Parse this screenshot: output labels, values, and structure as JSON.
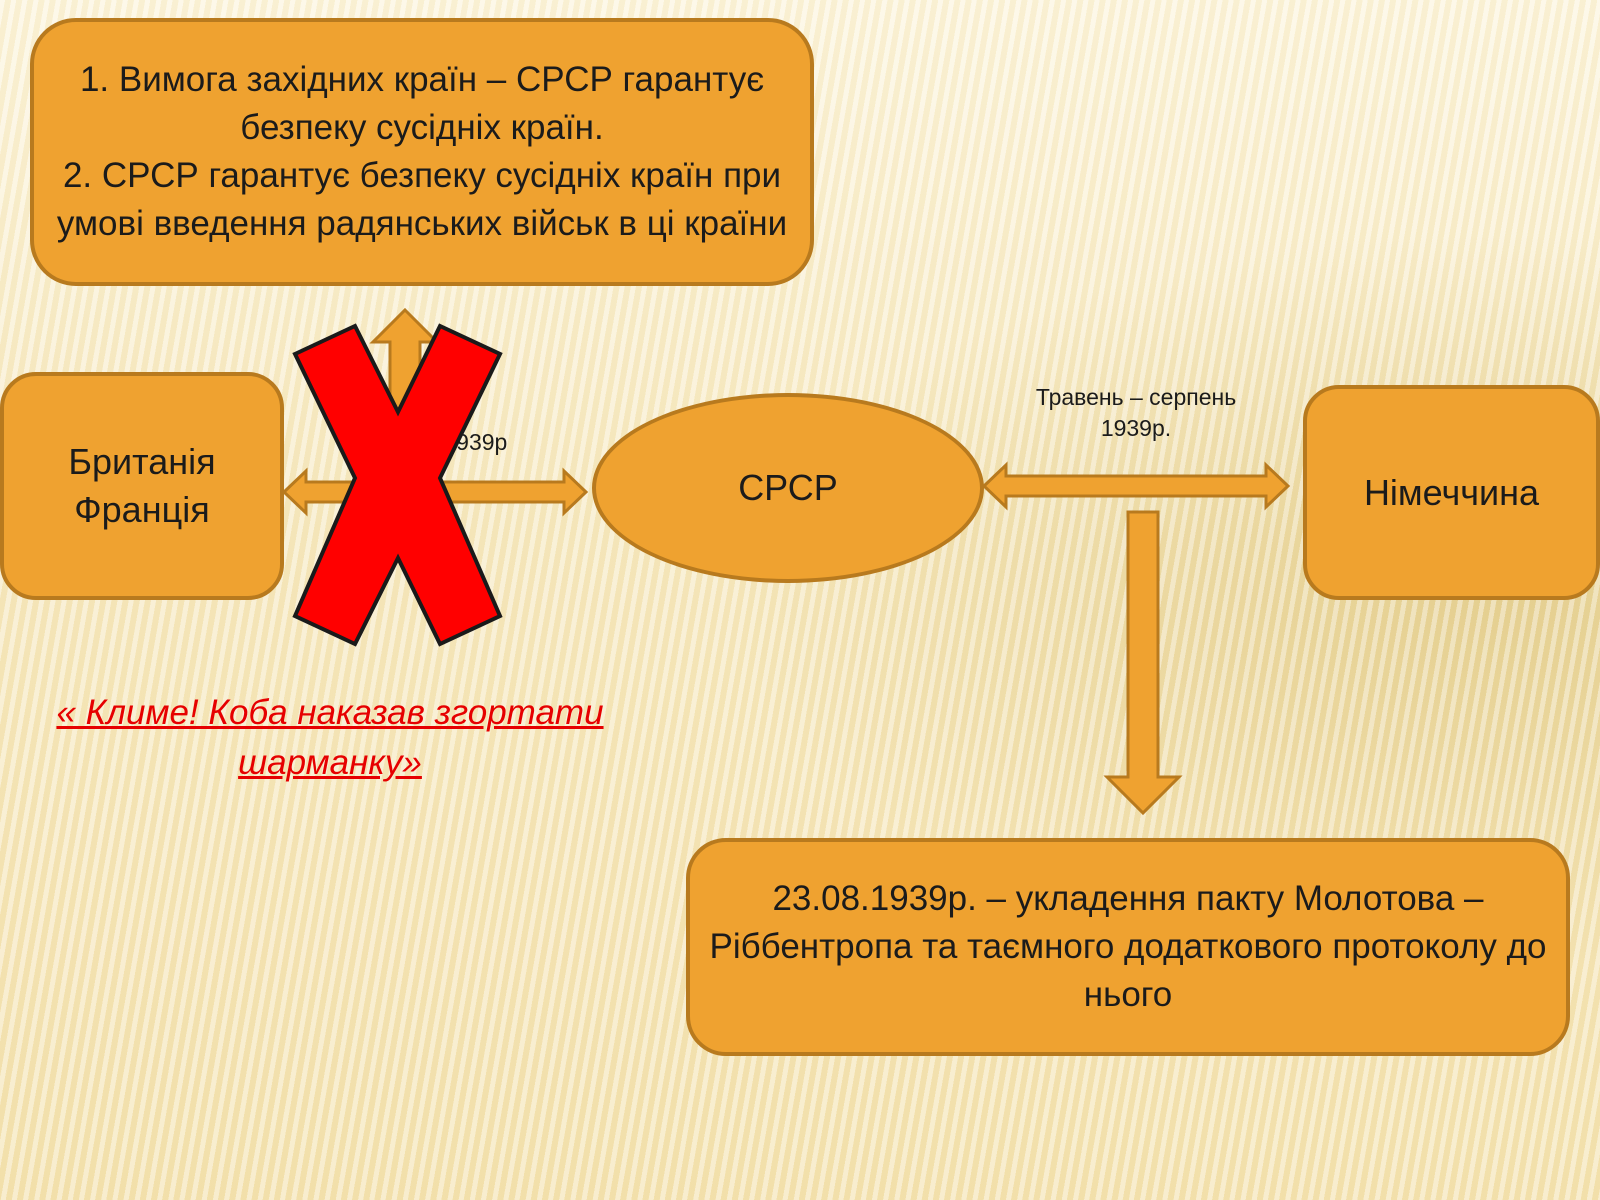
{
  "boxes": {
    "demands": "1. Вимога західних країн – СРСР гарантує безпеку сусідніх країн.\n2. СРСР гарантує безпеку сусідніх країн при умові введення радянських військ в ці країни",
    "britain_france": "Британія\nФранція",
    "ussr": "СРСР",
    "germany": "Німеччина",
    "pact": "23.08.1939р. – укладення пакту Молотова – Ріббентропа та таємного додаткового протоколу до нього"
  },
  "labels": {
    "west_talks_date": "08.        08. 1939р",
    "germany_talks_date": "Травень – серпень\n1939р."
  },
  "quote": "« Климе! Коба наказав згортати\nшарманку»",
  "colors": {
    "box_fill": "#efa230",
    "box_border": "#b87a1e",
    "cross": "#ff0000",
    "quote": "#e60000"
  }
}
